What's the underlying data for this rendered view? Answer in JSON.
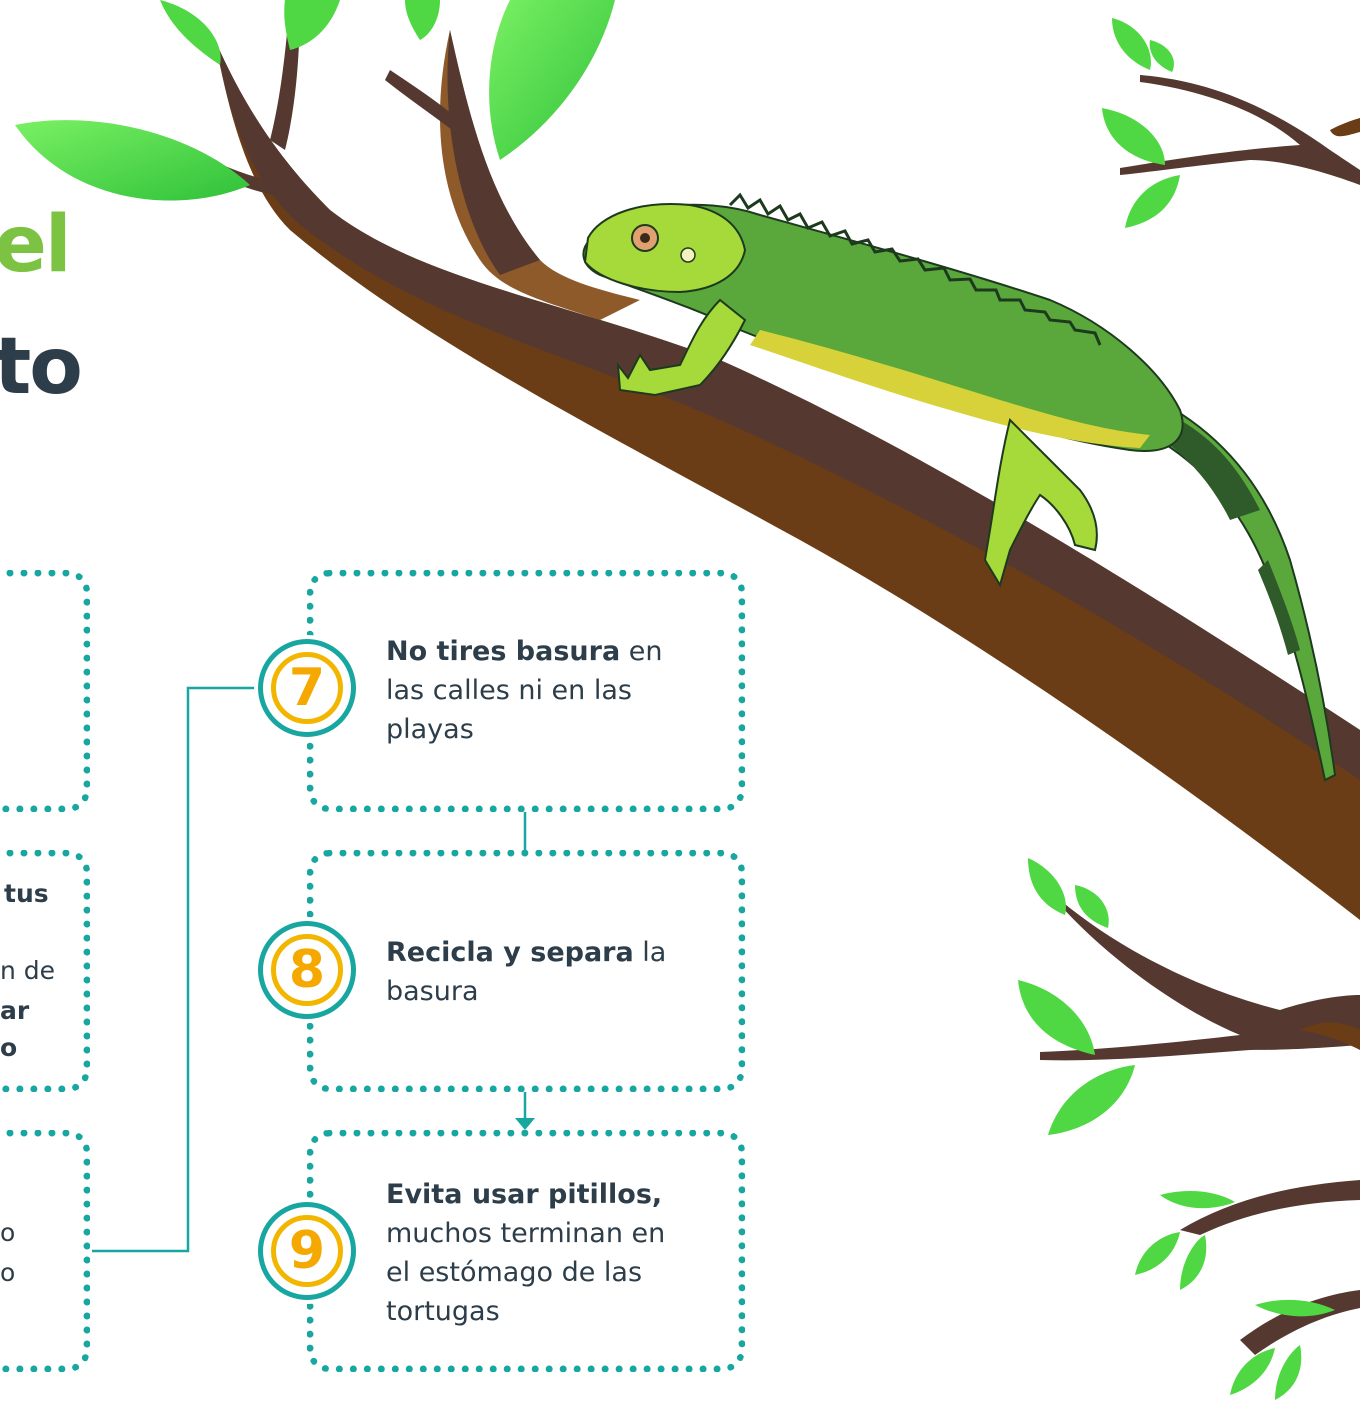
{
  "title": {
    "line1_fragment": "el",
    "line2_fragment": "to"
  },
  "left_fragments": {
    "f1": "tus",
    "f2": "n de",
    "f3": "ar",
    "f4": "o",
    "f5": "o",
    "f6": "o"
  },
  "steps": [
    {
      "number": "7",
      "bold": "No tires basura",
      "rest": " en las calles ni en las playas"
    },
    {
      "number": "8",
      "bold": "Recicla y separa",
      "rest": " la basura"
    },
    {
      "number": "9",
      "bold": "Evita usar pitillos,",
      "rest": " muchos terminan en el estómago de las tortugas"
    }
  ],
  "colors": {
    "teal": "#17a6a0",
    "yellow": "#f2b600",
    "dark_text": "#2d3e4a",
    "title_green": "#7cc243",
    "branch_dark": "#553930",
    "branch_mid": "#65381b",
    "branch_light": "#8e5a2a",
    "leaf_green": "#4fd843",
    "iguana_green": "#5aa83c",
    "iguana_yellow": "#a6d93a"
  }
}
